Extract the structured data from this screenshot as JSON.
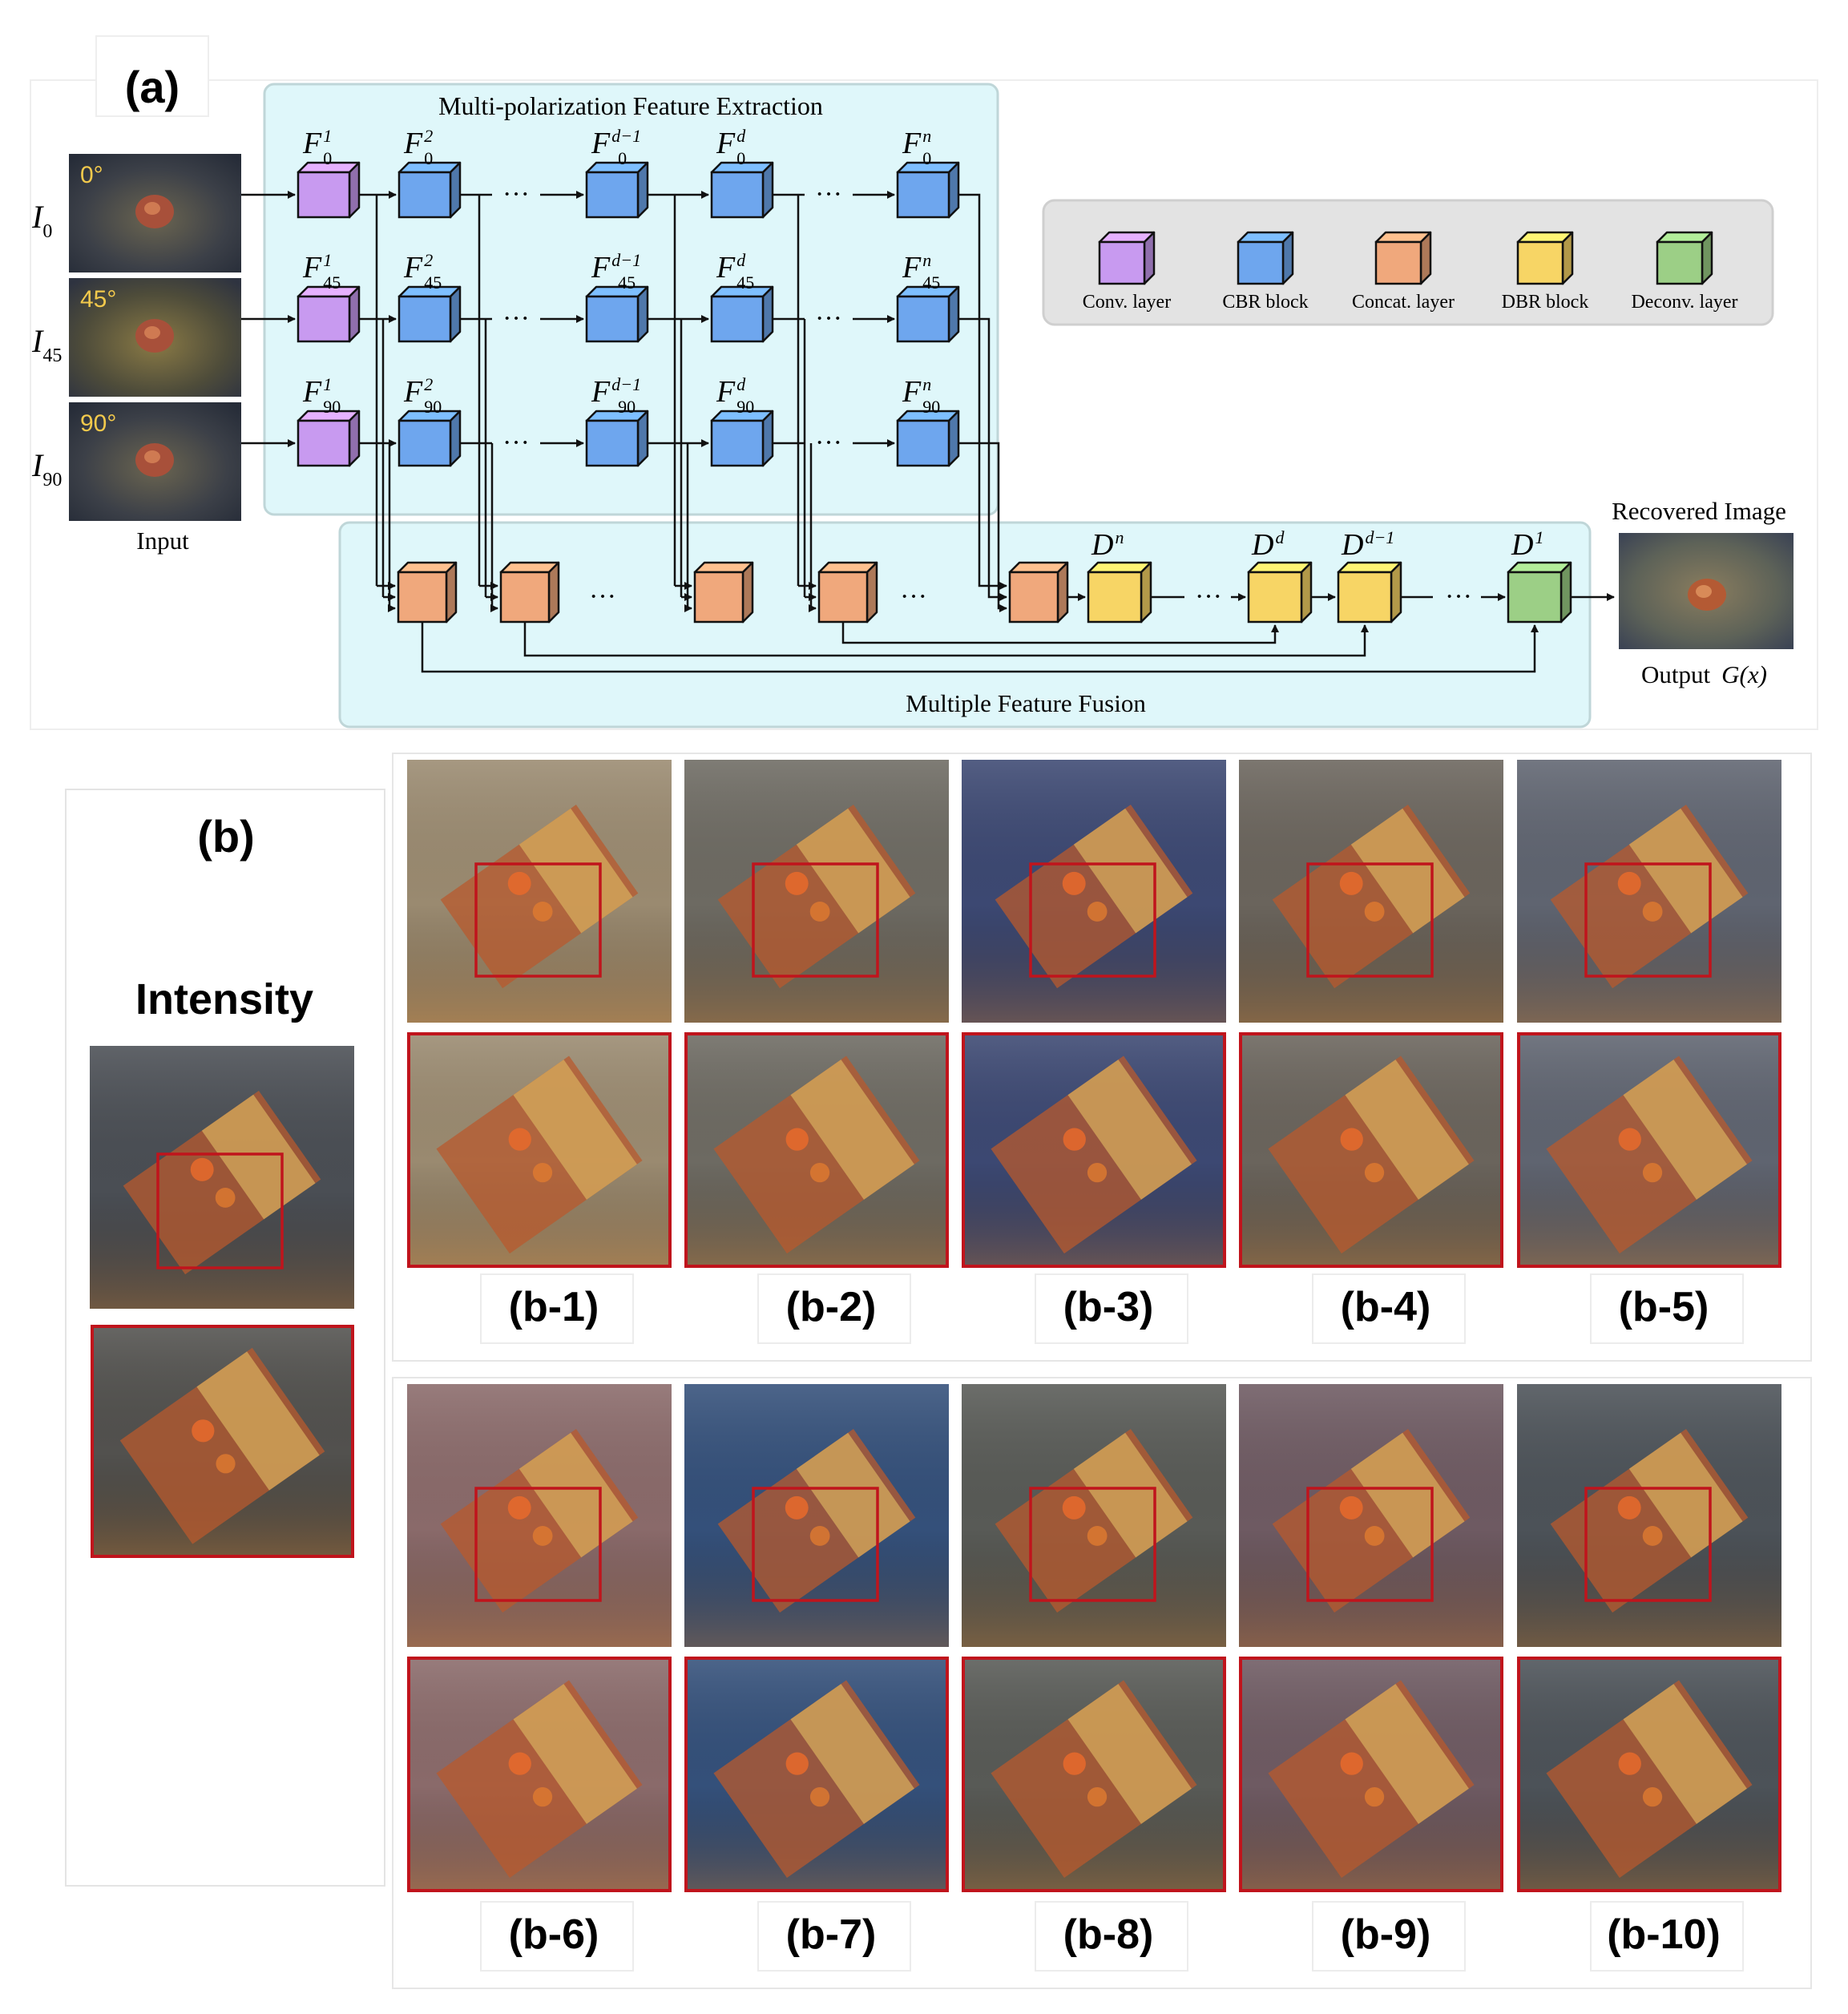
{
  "panel_a": {
    "label": "(a)",
    "extraction_title": "Multi-polarization Feature Extraction",
    "fusion_title": "Multiple Feature Fusion",
    "input_caption": "Input",
    "output_title": "Recovered Image",
    "output_caption": "Output",
    "output_func": "G(x)",
    "inputs": [
      {
        "angle": "0°",
        "label_base": "I",
        "label_sub": "0"
      },
      {
        "angle": "45°",
        "label_base": "I",
        "label_sub": "45"
      },
      {
        "angle": "90°",
        "label_base": "I",
        "label_sub": "90"
      }
    ],
    "feature_labels": [
      [
        {
          "sub": "0",
          "sup": "1"
        },
        {
          "sub": "0",
          "sup": "2"
        },
        {
          "sub": "0",
          "sup": "d−1"
        },
        {
          "sub": "0",
          "sup": "d"
        },
        {
          "sub": "0",
          "sup": "n"
        }
      ],
      [
        {
          "sub": "45",
          "sup": "1"
        },
        {
          "sub": "45",
          "sup": "2"
        },
        {
          "sub": "45",
          "sup": "d−1"
        },
        {
          "sub": "45",
          "sup": "d"
        },
        {
          "sub": "45",
          "sup": "n"
        }
      ],
      [
        {
          "sub": "90",
          "sup": "1"
        },
        {
          "sub": "90",
          "sup": "2"
        },
        {
          "sub": "90",
          "sup": "d−1"
        },
        {
          "sub": "90",
          "sup": "d"
        },
        {
          "sub": "90",
          "sup": "n"
        }
      ]
    ],
    "feature_base": "F",
    "decoder_labels": [
      {
        "base": "D",
        "sup": "n"
      },
      {
        "base": "D",
        "sup": "d"
      },
      {
        "base": "D",
        "sup": "d−1"
      },
      {
        "base": "D",
        "sup": "1"
      }
    ],
    "legend": [
      {
        "label": "Conv. layer",
        "color": "#c89af0"
      },
      {
        "label": "CBR block",
        "color": "#6ea6ee"
      },
      {
        "label": "Concat. layer",
        "color": "#f0a87c"
      },
      {
        "label": "DBR block",
        "color": "#f7d565"
      },
      {
        "label": "Deconv. layer",
        "color": "#9ccf86"
      }
    ],
    "colors": {
      "panel_fill": "#dff7fa",
      "legend_fill": "#e3e3e3",
      "conv": "#c89af0",
      "cbr": "#6ea6ee",
      "concat": "#f0a87c",
      "dbr": "#f7d565",
      "deconv": "#9ccf86",
      "angle_text": "#f2c94c"
    }
  },
  "panel_b": {
    "label": "(b)",
    "intensity_title": "Intensity",
    "row1_captions": [
      "(b-1)",
      "(b-2)",
      "(b-3)",
      "(b-4)",
      "(b-5)"
    ],
    "row2_captions": [
      "(b-6)",
      "(b-7)",
      "(b-8)",
      "(b-9)",
      "(b-10)"
    ],
    "row1_tints": [
      "#9a8a70",
      "#6d6a62",
      "#3c4872",
      "#6a645c",
      "#5f6470"
    ],
    "row2_tints": [
      "#8a6a6a",
      "#34507a",
      "#585a56",
      "#6e5a62",
      "#4c5258"
    ],
    "roi_color": "#c0141c"
  }
}
